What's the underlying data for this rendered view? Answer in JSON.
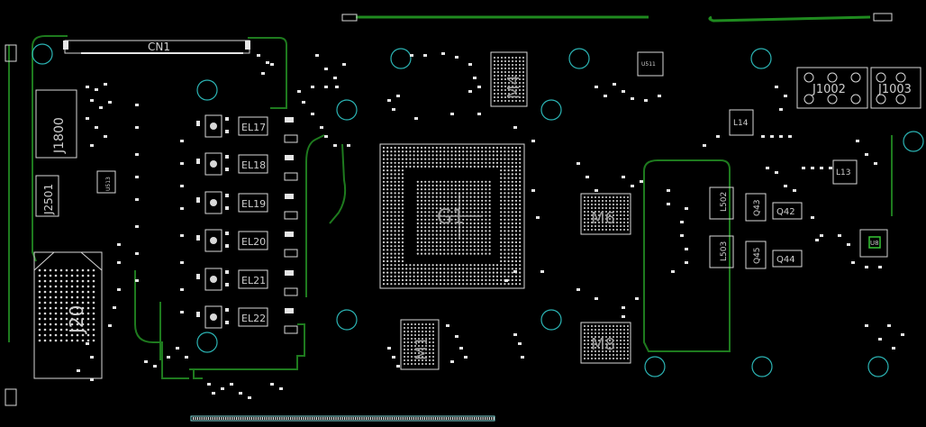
{
  "labels": {
    "cn1": "CN1",
    "j1800": "J1800",
    "j2501": "J2501",
    "j20": "J20",
    "el17": "EL17",
    "el18": "EL18",
    "el19": "EL19",
    "el20": "EL20",
    "el21": "EL21",
    "el22": "EL22",
    "g1": "G1",
    "m1": "M1",
    "m4": "M4",
    "m6": "M6",
    "m8": "M8",
    "l14": "L14",
    "l13": "L13",
    "q42": "Q42",
    "q43": "Q43",
    "q44": "Q44",
    "q45": "Q45",
    "j1002": "J1002",
    "j1003": "J1003",
    "u511": "U511",
    "u513": "U513",
    "l502": "L502",
    "l503": "L503",
    "u8": "U8"
  },
  "colors": {
    "background": "#000000",
    "silkscreen": "#d8d8d8",
    "trace": "#1e7a1e",
    "mounting_hole": "#2bb3b3",
    "edge_connector": "#7fd8d8"
  }
}
